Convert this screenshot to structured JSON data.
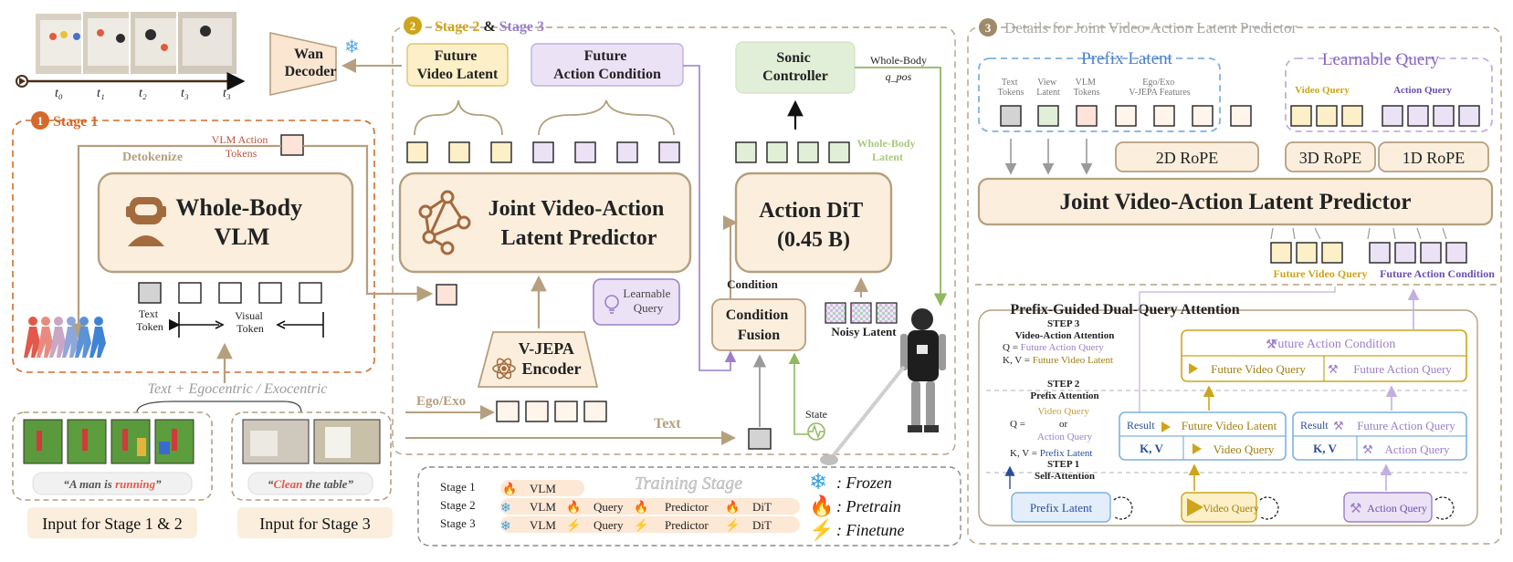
{
  "colors": {
    "stage1": "#d46a2a",
    "tan": "#b59f7e",
    "cream": "#fbeedd",
    "purple": "#9b7fc9",
    "blue": "#5b93d4",
    "green": "#a9c97c",
    "gold": "#cda51b",
    "gray": "#8a8a8a"
  },
  "icons": {
    "snowflake": "❄",
    "flame": "🔥",
    "bolt": "⚡"
  },
  "top_left": {
    "timestamps": [
      "t₀",
      "t₁",
      "t₂",
      "t₃",
      "t₃"
    ],
    "decoder": "Wan\nDecoder"
  },
  "stage1": {
    "badge": "1",
    "title": "Stage 1",
    "vlm_action_tokens": "VLM Action\nTokens",
    "detokenize": "Detokenize",
    "vlm_box": "Whole-Body\nVLM",
    "text_token": "Text\nToken",
    "visual_token": "Visual\nToken"
  },
  "inputs": {
    "text_ego_exo": "Text + Egocentric / Exocentric",
    "caption1_prefix": "“A man is ",
    "caption1_highlight": "running",
    "caption1_suffix": "”",
    "caption2_prefix": "“",
    "caption2_highlight": "Clean",
    "caption2_suffix": " the table”",
    "label_stage12": "Input for Stage 1 & 2",
    "label_stage3": "Input for Stage 3"
  },
  "stage23": {
    "badge": "2",
    "title_a": "Stage 2",
    "title_amp": "&",
    "title_b": "Stage 3",
    "future_video_latent": "Future\nVideo Latent",
    "future_action_condition": "Future\nAction Condition",
    "predictor": "Joint Video-Action\nLatent Predictor",
    "learnable_query": "Learnable\nQuery",
    "vjepa": "V-JEPA\nEncoder",
    "ego_exo": "Ego/Exo",
    "text": "Text",
    "sonic": "Sonic\nController",
    "whole_body_q": "Whole-Body",
    "q_pos": "q_pos",
    "whole_body_latent": "Whole-Body\nLatent",
    "action_dit": "Action DiT\n(0.45 B)",
    "condition": "Condition",
    "condition_fusion": "Condition\nFusion",
    "noisy_latent": "Noisy Latent",
    "state": "State"
  },
  "training": {
    "title": "Training Stage",
    "rows": [
      {
        "stage": "Stage 1",
        "items": [
          {
            "icon": "flame",
            "label": "VLM"
          }
        ]
      },
      {
        "stage": "Stage 2",
        "items": [
          {
            "icon": "snowflake",
            "label": "VLM"
          },
          {
            "icon": "flame",
            "label": "Query"
          },
          {
            "icon": "flame",
            "label": "Predictor"
          },
          {
            "icon": "flame",
            "label": "DiT"
          }
        ]
      },
      {
        "stage": "Stage 3",
        "items": [
          {
            "icon": "snowflake",
            "label": "VLM"
          },
          {
            "icon": "bolt",
            "label": "Query"
          },
          {
            "icon": "bolt",
            "label": "Predictor"
          },
          {
            "icon": "bolt",
            "label": "DiT"
          }
        ]
      }
    ],
    "legend": [
      {
        "icon": "snowflake",
        "label": ": Frozen"
      },
      {
        "icon": "flame",
        "label": ": Pretrain"
      },
      {
        "icon": "bolt",
        "label": ": Finetune"
      }
    ]
  },
  "details": {
    "badge": "3",
    "title": "Details for Joint Video-Action Latent Predictor",
    "prefix_latent": "Prefix Latent",
    "learnable_query": "Learnable Query",
    "text_tokens": "Text\nTokens",
    "view_latent": "View\nLatent",
    "vlm_tokens": "VLM\nTokens",
    "ego_exo_features": "Ego/Exo\nV-JEPA Features",
    "video_query": "Video Query",
    "action_query": "Action Query",
    "rope2d": "2D RoPE",
    "rope3d": "3D RoPE",
    "rope1d": "1D RoPE",
    "predictor": "Joint Video-Action Latent Predictor",
    "future_video_query": "Future Video Query",
    "future_action_condition": "Future Action Condition"
  },
  "attention": {
    "title": "Prefix-Guided Dual-Query Attention",
    "step3_title": "STEP 3\nVideo-Action Attention",
    "step3_q_label": "Q = ",
    "step3_q_value": "Future Action Query",
    "step3_kv_label": "K, V = ",
    "step3_kv_value": "Future Video Latent",
    "step2_title": "STEP 2\nPrefix Attention",
    "step2_q_label": "Q =",
    "step2_q_value": "Video Query\nor\nAction Query",
    "step2_kv_label": "K, V = ",
    "step2_kv_value": "Prefix Latent",
    "step1_title": "STEP 1\nSelf-Attention",
    "future_action_condition": "Future Action Condition",
    "future_video_query": "Future Video Query",
    "future_action_query": "Future Action Query",
    "result": "Result",
    "future_video_latent": "Future Video Latent",
    "kv": "K, V",
    "video_query": "Video Query",
    "action_query": "Action Query",
    "prefix_latent": "Prefix Latent"
  }
}
